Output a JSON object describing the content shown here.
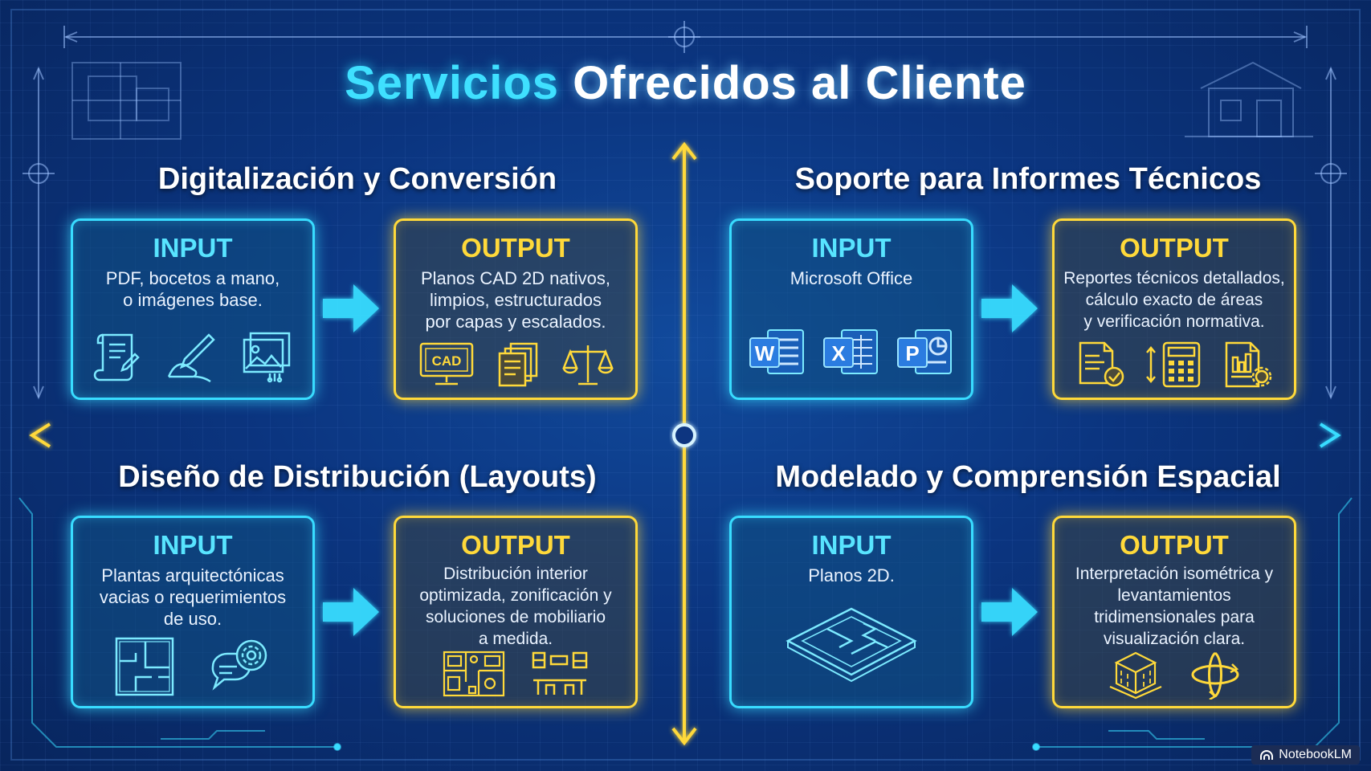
{
  "title": {
    "accent": "Servicios",
    "rest": "Ofrecidos al Cliente"
  },
  "quadrants": [
    {
      "title": "Digitalización y Conversión",
      "input": {
        "label": "INPUT",
        "lines": [
          "PDF, bocetos a mano,",
          "o imágenes base."
        ]
      },
      "output": {
        "label": "OUTPUT",
        "lines": [
          "Planos CAD 2D nativos,",
          "limpios, estructurados",
          "por capas y escalados."
        ]
      },
      "input_icons": [
        "document-scroll-icon",
        "hand-pen-icon",
        "image-gallery-icon"
      ],
      "output_icons": [
        "cad-monitor-icon",
        "stacked-pages-icon",
        "scale-icon"
      ]
    },
    {
      "title": "Soporte para Informes Técnicos",
      "input": {
        "label": "INPUT",
        "lines": [
          "Microsoft Office"
        ]
      },
      "output": {
        "label": "OUTPUT",
        "lines": [
          "Reportes técnicos detallados,",
          "cálculo exacto de áreas",
          "y verificación normativa."
        ]
      },
      "input_icons": [
        "word-icon",
        "excel-icon",
        "powerpoint-icon"
      ],
      "output_icons": [
        "report-check-icon",
        "calculator-icon",
        "document-gear-icon"
      ]
    },
    {
      "title": "Diseño de Distribución (Layouts)",
      "input": {
        "label": "INPUT",
        "lines": [
          "Plantas arquitectónicas",
          "vacias o requerimientos",
          "de uso."
        ]
      },
      "output": {
        "label": "OUTPUT",
        "lines": [
          "Distribución interior",
          "optimizada, zonificación y",
          "soluciones de mobiliario",
          "a medida."
        ]
      },
      "input_icons": [
        "floor-plan-icon",
        "chat-gear-icon"
      ],
      "output_icons": [
        "furnished-plan-icon",
        "furniture-icon"
      ]
    },
    {
      "title": "Modelado y Comprensión Espacial",
      "input": {
        "label": "INPUT",
        "lines": [
          "Planos 2D."
        ]
      },
      "output": {
        "label": "OUTPUT",
        "lines": [
          "Interpretación isométrica y",
          "levantamientos",
          "tridimensionales para",
          "visualización clara."
        ]
      },
      "input_icons": [
        "isometric-plan-icon"
      ],
      "output_icons": [
        "isometric-building-icon",
        "rotate-3d-icon"
      ]
    }
  ],
  "icon_text": {
    "cad": "CAD",
    "word": "W",
    "excel": "X",
    "powerpoint": "P"
  },
  "badge": "NotebookLM",
  "colors": {
    "cyan": "#38dcff",
    "yellow": "#ffd93a",
    "background": "#0b3580"
  }
}
